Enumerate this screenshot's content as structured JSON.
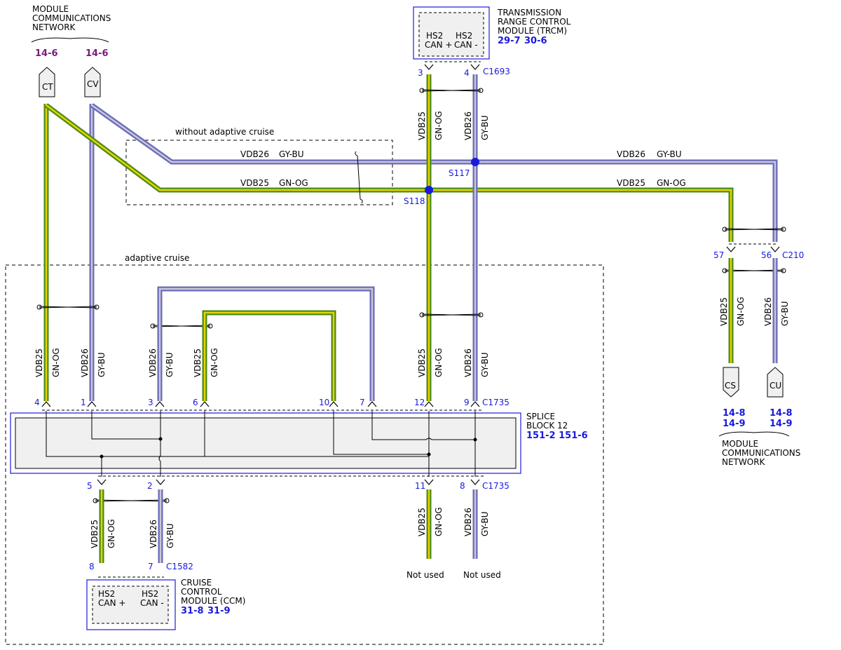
{
  "colors": {
    "gn_og": "#4c8a1a",
    "gn_og_core": "#e6d400",
    "gy_bu": "#6a6ab8",
    "gy_bu_core": "#c8c8d8",
    "connector_blue": "#1a1adc",
    "pinref_purple": "#7a1a7a",
    "box_fill": "#f0f0f0"
  },
  "network_left": {
    "title_lines": [
      "MODULE",
      "COMMUNICATIONS",
      "NETWORK"
    ],
    "refs": [
      "14-6",
      "14-6"
    ],
    "connectors": [
      "CT",
      "CV"
    ]
  },
  "trcm": {
    "title_lines": [
      "TRANSMISSION",
      "RANGE CONTROL",
      "MODULE (TRCM)"
    ],
    "refs": [
      "29-7",
      "30-6"
    ],
    "pin_a_lines": [
      "HS2",
      "CAN +"
    ],
    "pin_b_lines": [
      "HS2",
      "CAN -"
    ],
    "connector": "C1693",
    "pins": [
      "3",
      "4"
    ]
  },
  "without_adaptive_label": "without adaptive cruise",
  "adaptive_label": "adaptive cruise",
  "wires": {
    "vdb25": "VDB25",
    "vdb26": "VDB26",
    "gn_og": "GN-OG",
    "gy_bu": "GY-BU"
  },
  "splices": {
    "s117": "S117",
    "s118": "S118"
  },
  "c210": {
    "connector": "C210",
    "pins": [
      "57",
      "56"
    ]
  },
  "network_right": {
    "connectors": [
      "CS",
      "CU"
    ],
    "refs_a": [
      "14-8",
      "14-9"
    ],
    "refs_b": [
      "14-8",
      "14-9"
    ],
    "title_lines": [
      "MODULE",
      "COMMUNICATIONS",
      "NETWORK"
    ]
  },
  "splice_block": {
    "title_lines": [
      "SPLICE",
      "BLOCK 12"
    ],
    "refs": "151-2 151-6",
    "connector_top": "C1735",
    "top_pins": [
      "4",
      "1",
      "3",
      "6",
      "10",
      "7",
      "12",
      "9"
    ],
    "connector_bottom": "C1735",
    "bottom_pins": [
      "5",
      "2",
      "11",
      "8"
    ]
  },
  "ccm": {
    "connector": "C1582",
    "pins": [
      "8",
      "7"
    ],
    "pin_a_lines": [
      "HS2",
      "CAN +"
    ],
    "pin_b_lines": [
      "HS2",
      "CAN -"
    ],
    "title_lines": [
      "CRUISE",
      "CONTROL",
      "MODULE (CCM)"
    ],
    "refs": [
      "31-8",
      "31-9"
    ]
  },
  "not_used": [
    "Not used",
    "Not used"
  ]
}
